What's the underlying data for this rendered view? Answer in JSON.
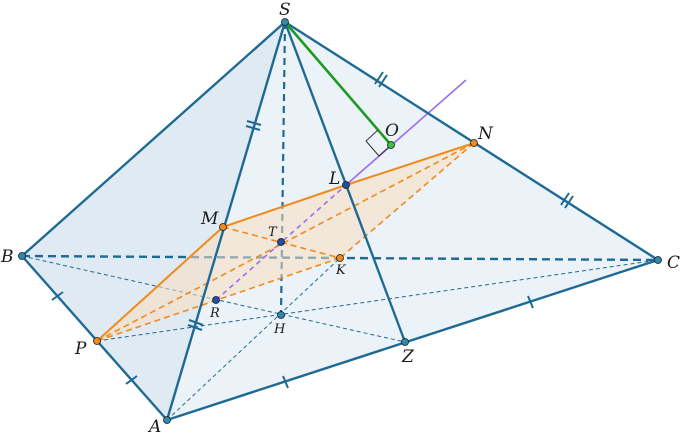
{
  "labels": {
    "S": "S",
    "O": "O",
    "N": "N",
    "L": "L",
    "M": "M",
    "T": "T",
    "K": "K",
    "B": "B",
    "C": "C",
    "R": "R",
    "H": "H",
    "P": "P",
    "Z": "Z",
    "A": "A"
  },
  "colors": {
    "edge": "#1f6a94",
    "face_fill": "#c9dcea",
    "base_fill": "#e4eff6",
    "section_stroke": "#f08a1c",
    "section_fill": "#f7dcc0",
    "perpendicular": "#1f9a1f",
    "axis_line": "#9a6ef0",
    "point_blue": "#1f4fa8",
    "point_orange": "#f08a1c",
    "point_green": "#3fc13f"
  }
}
